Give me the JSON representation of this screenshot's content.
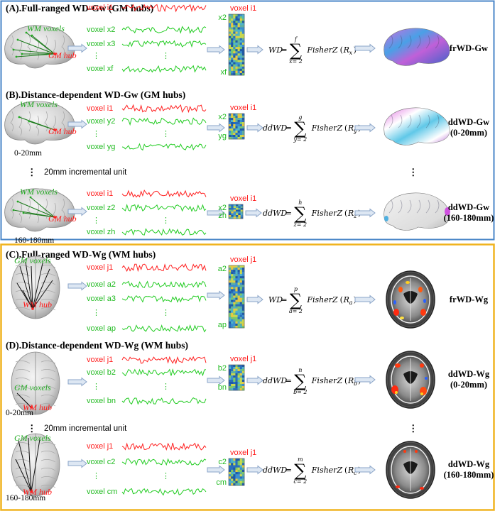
{
  "colors": {
    "panel_top_border": "#4a86c8",
    "panel_bottom_border": "#f0b420",
    "signal_red": "#ff2020",
    "signal_green": "#22cc22",
    "arrow_fill": "#dde7f3",
    "arrow_stroke": "#8aa4c8"
  },
  "panels": [
    {
      "id": "A",
      "title": "(A).Full-ranged WD-Gw (GM hubs)",
      "brain": "lateral",
      "brain_labels": [
        "WM voxels",
        "GM hub"
      ],
      "brain_label_colors": [
        "green",
        "red"
      ],
      "range": "",
      "voxels": [
        "voxel i1",
        "voxel x2",
        "voxel x3",
        "⋮",
        "voxel xf"
      ],
      "matrix_top": "voxel i1",
      "matrix_left_top": "x2",
      "matrix_left_bottom": "xf",
      "matrix_size": "large",
      "formula_lhs": "WD",
      "sum_top": "f",
      "sum_bottom": "x= 2",
      "fisher": "FisherZ",
      "arg": "R",
      "arg_sub": "x",
      "result_icon": "cortex-full",
      "result": [
        "frWD-Gw"
      ]
    },
    {
      "id": "B1",
      "title": "(B).Distance-dependent WD-Gw (GM hubs)",
      "brain": "lateral",
      "brain_labels": [
        "WM voxels",
        "GM hub"
      ],
      "brain_label_colors": [
        "green",
        "red"
      ],
      "range": "0-20mm",
      "voxels": [
        "voxel i1",
        "voxel y2",
        "⋮",
        "voxel yg"
      ],
      "matrix_top": "voxel i1",
      "matrix_left_top": "x2",
      "matrix_left_bottom": "yg",
      "matrix_size": "small",
      "formula_lhs": "ddWD",
      "sum_top": "g",
      "sum_bottom": "y= 2",
      "fisher": "FisherZ",
      "arg": "R",
      "arg_sub": "y",
      "result_icon": "cortex-mid",
      "result": [
        "ddWD-Gw",
        "(0-20mm)"
      ]
    },
    {
      "id": "B2",
      "title": "",
      "brain": "lateral",
      "brain_labels": [
        "WM voxels",
        "GM hub"
      ],
      "brain_label_colors": [
        "green",
        "red"
      ],
      "range": "160-180mm",
      "voxels": [
        "voxel i1",
        "voxel z2",
        "⋮",
        "voxel zh"
      ],
      "matrix_top": "voxel i1",
      "matrix_left_top": "x2",
      "matrix_left_bottom": "zh",
      "matrix_size": "tiny",
      "formula_lhs": "ddWD",
      "sum_top": "h",
      "sum_bottom": "z= 2",
      "fisher": "FisherZ",
      "arg": "R",
      "arg_sub": "z",
      "result_icon": "cortex-plain",
      "result": [
        "ddWD-Gw",
        "(160-180mm)"
      ]
    },
    {
      "id": "C",
      "title": "(C).Full-ranged WD-Wg (WM hubs)",
      "brain": "top",
      "brain_labels": [
        "GM voxels",
        "WM hub"
      ],
      "brain_label_colors": [
        "green",
        "red"
      ],
      "range": "",
      "voxels": [
        "voxel j1",
        "voxel a2",
        "voxel a3",
        "⋮",
        "voxel ap"
      ],
      "matrix_top": "voxel j1",
      "matrix_left_top": "a2",
      "matrix_left_bottom": "ap",
      "matrix_size": "large",
      "formula_lhs": "WD",
      "sum_top": "p",
      "sum_bottom": "a= 2",
      "fisher": "FisherZ",
      "arg": "R",
      "arg_sub": "a",
      "result_icon": "axial-many",
      "result": [
        "frWD-Wg"
      ]
    },
    {
      "id": "D1",
      "title": "(D).Distance-dependent WD-Wg (WM hubs)",
      "brain": "top",
      "brain_labels": [
        "GM voxels",
        "WM hub"
      ],
      "brain_label_colors": [
        "green",
        "red"
      ],
      "range": "0-20mm",
      "voxels": [
        "voxel j1",
        "voxel b2",
        "⋮",
        "voxel bn"
      ],
      "matrix_top": "voxel j1",
      "matrix_left_top": "b2",
      "matrix_left_bottom": "bn",
      "matrix_size": "small",
      "formula_lhs": "ddWD",
      "sum_top": "n",
      "sum_bottom": "b= 2",
      "fisher": "FisherZ",
      "arg": "R",
      "arg_sub": "b",
      "result_icon": "axial-mid",
      "result": [
        "ddWD-Wg",
        "(0-20mm)"
      ]
    },
    {
      "id": "D2",
      "title": "",
      "brain": "top",
      "brain_labels": [
        "GM voxels",
        "WM hub"
      ],
      "brain_label_colors": [
        "green",
        "red"
      ],
      "range": "160-180mm",
      "voxels": [
        "voxel j1",
        "voxel c2",
        "⋮",
        "voxel cm"
      ],
      "matrix_top": "voxel j1",
      "matrix_left_top": "c2",
      "matrix_left_bottom": "cm",
      "matrix_size": "small",
      "formula_lhs": "ddWD",
      "sum_top": "m",
      "sum_bottom": "c= 2",
      "fisher": "FisherZ",
      "arg": "R",
      "arg_sub": "c",
      "result_icon": "axial-few",
      "result": [
        "ddWD-Wg",
        "(160-180mm)"
      ]
    }
  ],
  "increments": [
    "20mm incremental unit",
    "20mm incremental unit"
  ],
  "vdots": "⋮"
}
